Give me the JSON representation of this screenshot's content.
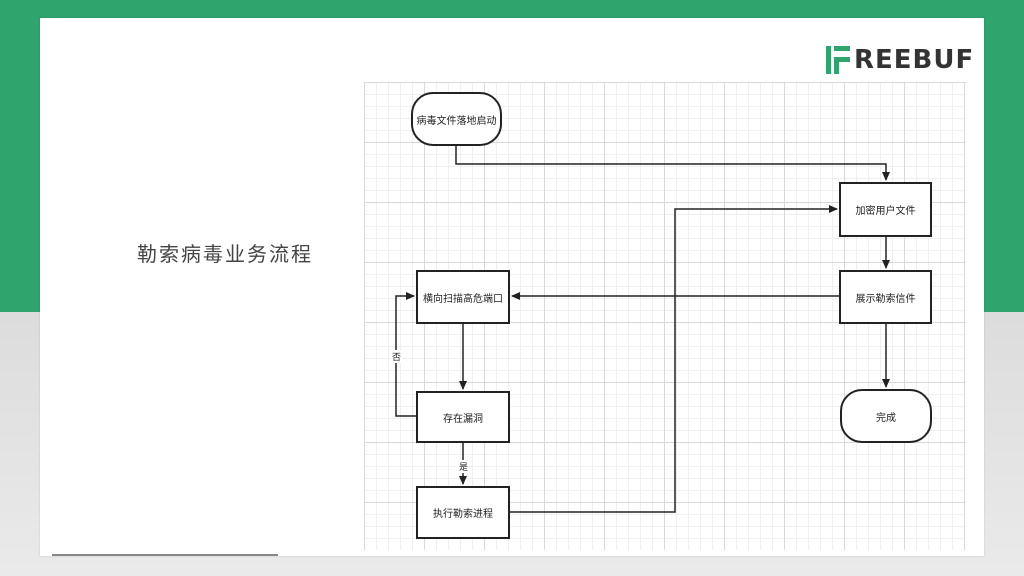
{
  "slide": {
    "title": "勒索病毒业务流程",
    "logo_text": "REEBUF"
  },
  "flowchart": {
    "nodes": {
      "start": "病毒文件落地启动",
      "encrypt": "加密用户文件",
      "show_letter": "展示勒索信件",
      "scan": "横向扫描高危端口",
      "vuln": "存在漏洞",
      "done": "完成",
      "execute": "执行勒索进程"
    },
    "edge_labels": {
      "no": "否",
      "yes": "是"
    }
  },
  "colors": {
    "brand_green": "#2fa46d",
    "line": "#222222"
  }
}
